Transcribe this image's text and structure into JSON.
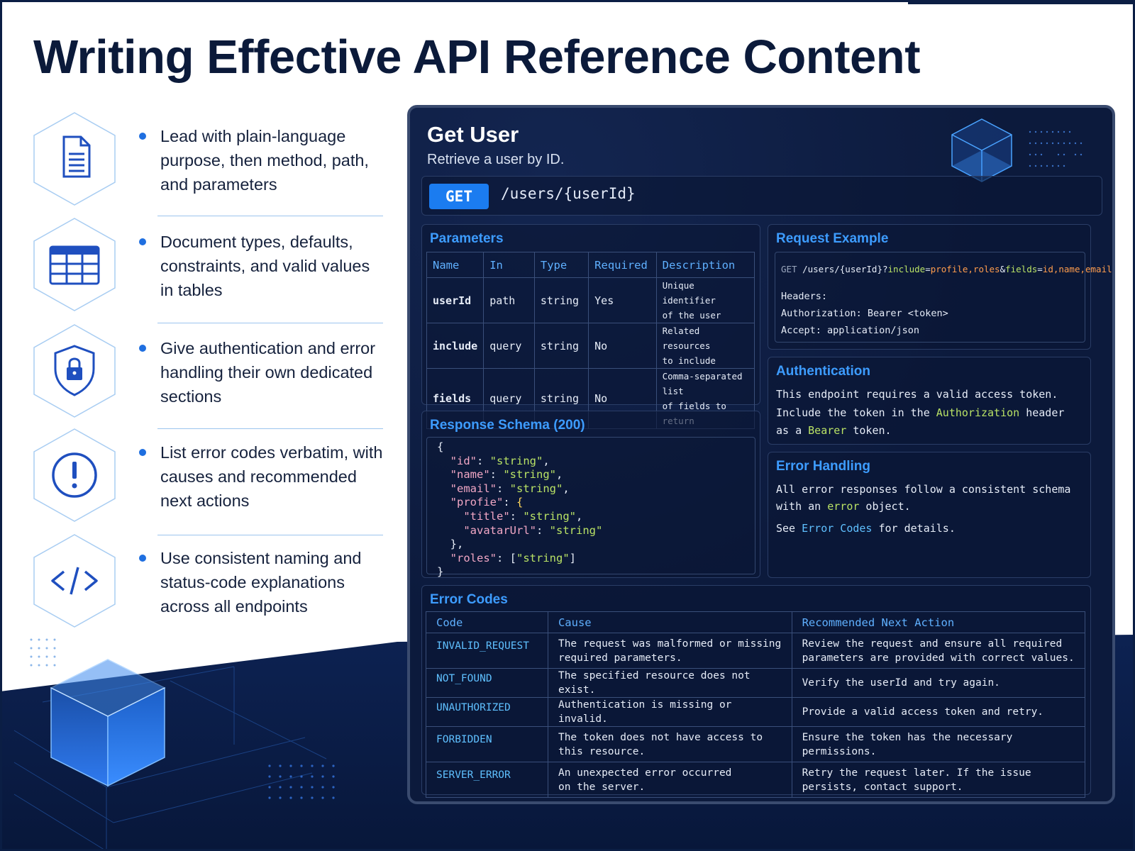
{
  "title": "Writing Effective API Reference Content",
  "tips": [
    {
      "icon": "document-icon",
      "text": "Lead with plain-language purpose, then method, path, and parameters"
    },
    {
      "icon": "table-icon",
      "text": "Document types, defaults, constraints, and valid values in tables"
    },
    {
      "icon": "shield-lock-icon",
      "text": "Give authentication and error handling their own dedicated sections"
    },
    {
      "icon": "alert-icon",
      "text": "List error codes verbatim, with causes and recommended next actions"
    },
    {
      "icon": "code-icon",
      "text": "Use consistent naming and status-code explanations across all endpoints"
    }
  ],
  "endpoint": {
    "title": "Get User",
    "description": "Retrieve a user by ID.",
    "method": "GET",
    "path": "/users/{userId}"
  },
  "parameters": {
    "title": "Parameters",
    "columns": [
      "Name",
      "In",
      "Type",
      "Required",
      "Description"
    ],
    "rows": [
      {
        "name": "userId",
        "in": "path",
        "type": "string",
        "required": "Yes",
        "description_lines": [
          "Unique identifier",
          "of the user"
        ]
      },
      {
        "name": "include",
        "in": "query",
        "type": "string",
        "required": "No",
        "description_lines": [
          "Related resources",
          "to include"
        ]
      },
      {
        "name": "fields",
        "in": "query",
        "type": "string",
        "required": "No",
        "description_lines": [
          "Comma-separated list",
          "of fields to return"
        ]
      }
    ]
  },
  "response_schema": {
    "title": "Response Schema (200)",
    "lines": [
      [
        {
          "t": "{",
          "c": "punc"
        }
      ],
      [
        {
          "t": "  ",
          "c": "punc"
        },
        {
          "t": "\"id\"",
          "c": "key"
        },
        {
          "t": ": ",
          "c": "punc"
        },
        {
          "t": "\"string\"",
          "c": "str"
        },
        {
          "t": ",",
          "c": "punc"
        }
      ],
      [
        {
          "t": "  ",
          "c": "punc"
        },
        {
          "t": "\"name\"",
          "c": "key"
        },
        {
          "t": ": ",
          "c": "punc"
        },
        {
          "t": "\"string\"",
          "c": "str"
        },
        {
          "t": ",",
          "c": "punc"
        }
      ],
      [
        {
          "t": "  ",
          "c": "punc"
        },
        {
          "t": "\"email\"",
          "c": "key"
        },
        {
          "t": ": ",
          "c": "punc"
        },
        {
          "t": "\"string\"",
          "c": "str"
        },
        {
          "t": ",",
          "c": "punc"
        }
      ],
      [
        {
          "t": "  ",
          "c": "punc"
        },
        {
          "t": "\"profie\"",
          "c": "key"
        },
        {
          "t": ": ",
          "c": "punc"
        },
        {
          "t": "{",
          "c": "brace"
        }
      ],
      [
        {
          "t": "    ",
          "c": "punc"
        },
        {
          "t": "\"title\"",
          "c": "key"
        },
        {
          "t": ": ",
          "c": "punc"
        },
        {
          "t": "\"string\"",
          "c": "str"
        },
        {
          "t": ",",
          "c": "punc"
        }
      ],
      [
        {
          "t": "    ",
          "c": "punc"
        },
        {
          "t": "\"avatarUrl\"",
          "c": "key"
        },
        {
          "t": ": ",
          "c": "punc"
        },
        {
          "t": "\"string\"",
          "c": "str"
        }
      ],
      [
        {
          "t": "  },",
          "c": "punc"
        }
      ],
      [
        {
          "t": "  ",
          "c": "punc"
        },
        {
          "t": "\"roles\"",
          "c": "key"
        },
        {
          "t": ": [",
          "c": "punc"
        },
        {
          "t": "\"string\"",
          "c": "str"
        },
        {
          "t": "]",
          "c": "punc"
        }
      ],
      [
        {
          "t": "}",
          "c": "punc"
        }
      ]
    ]
  },
  "request_example": {
    "title": "Request Example",
    "url_parts": [
      {
        "t": "GET",
        "c": "get"
      },
      {
        "t": " /users/{userId}?",
        "c": "plain"
      },
      {
        "t": "include",
        "c": "param"
      },
      {
        "t": "=",
        "c": "plain"
      },
      {
        "t": "profile,roles",
        "c": "val"
      },
      {
        "t": "&",
        "c": "plain"
      },
      {
        "t": "fields",
        "c": "param"
      },
      {
        "t": "=",
        "c": "plain"
      },
      {
        "t": "id,name,email",
        "c": "val"
      }
    ],
    "header_lines": [
      "Headers:",
      "Authorization: Bearer <token>",
      "Accept: application/json"
    ]
  },
  "authentication": {
    "title": "Authentication",
    "line1": "This endpoint requires a valid access token.",
    "line2_pre": "Include the token in the ",
    "line2_hl": "Authorization",
    "line2_post": " header",
    "line3_pre": "as a ",
    "line3_hl": "Bearer",
    "line3_post": " token."
  },
  "error_handling": {
    "title": "Error Handling",
    "line1": "All error responses follow a consistent schema",
    "line2_pre": "with an ",
    "line2_hl": "error",
    "line2_post": " object.",
    "line3_pre": "See ",
    "line3_hl": "Error Codes",
    "line3_post": " for details."
  },
  "error_codes": {
    "title": "Error Codes",
    "columns": [
      "Code",
      "Cause",
      "Recommended Next Action"
    ],
    "rows": [
      {
        "code": "INVALID_REQUEST",
        "cause_lines": [
          "The request was malformed or missing",
          "required parameters."
        ],
        "action_lines": [
          "Review the request and ensure all required",
          "parameters are provided with correct values."
        ]
      },
      {
        "code": "NOT_FOUND",
        "cause_lines": [
          "The specified resource does not exist."
        ],
        "action_lines": [
          "Verify the userId and try again."
        ]
      },
      {
        "code": "UNAUTHORIZED",
        "cause_lines": [
          "Authentication is missing or invalid."
        ],
        "action_lines": [
          "Provide a valid access token and retry."
        ]
      },
      {
        "code": "FORBIDDEN",
        "cause_lines": [
          "The token does not have access to",
          "this resource."
        ],
        "action_lines": [
          "Ensure the token has the necessary",
          "permissions."
        ]
      },
      {
        "code": "SERVER_ERROR",
        "cause_lines": [
          "An unexpected error occurred",
          "on the server."
        ],
        "action_lines": [
          "Retry the request later. If the issue",
          "persists, contact support."
        ]
      }
    ]
  },
  "colors": {
    "navy": "#0b1e44",
    "panel": "#0c1a3c",
    "accent_blue": "#1b7cf0",
    "heading_blue": "#3d9cff",
    "code_green": "#b9e265",
    "code_orange": "#ff9d4d"
  }
}
